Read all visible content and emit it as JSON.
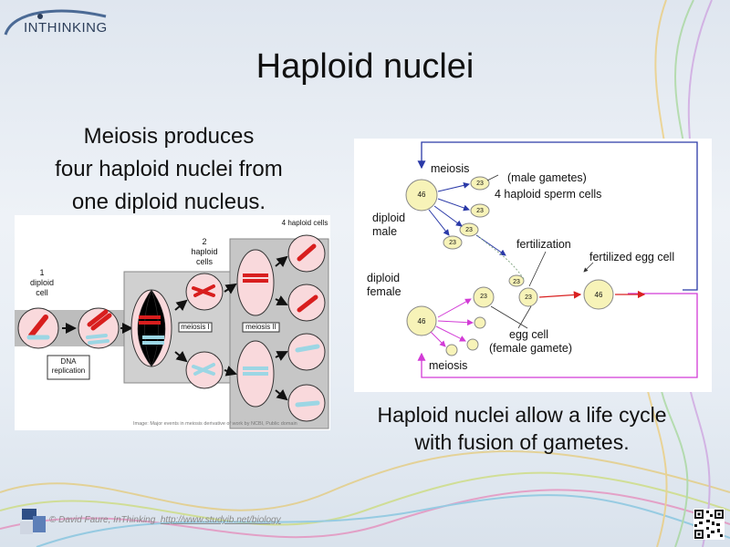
{
  "logo": {
    "text": "INTHINKING"
  },
  "title": "Haploid nuclei",
  "intro": [
    "Meiosis produces",
    "four haploid nuclei from",
    "one diploid nucleus."
  ],
  "figure1": {
    "label_1_diploid": [
      "1",
      "diploid",
      "cell"
    ],
    "label_2_haploid": [
      "2",
      "haploid",
      "cells"
    ],
    "label_4_haploid": "4 haploid cells",
    "meiosis_1": "meiosis I",
    "meiosis_2": "meiosis II",
    "dna_replication": [
      "DNA",
      "replication"
    ],
    "credit": "Image: Major events in meiosis derivative of work by NCBI, Public domain"
  },
  "figure2": {
    "meiosis_top": "meiosis",
    "male_gametes": "(male gametes)",
    "sperm_cells": "4 haploid sperm cells",
    "diploid_male": [
      "diploid",
      "male"
    ],
    "fertilization": "fertilization",
    "fertilized_egg": "fertilized egg cell",
    "diploid_female": [
      "diploid",
      "female"
    ],
    "egg_cell": "egg cell",
    "female_gamete": "(female gamete)",
    "meiosis_bottom": "meiosis",
    "n46": "46",
    "n23": "23"
  },
  "caption": [
    "Haploid nuclei allow a life cycle",
    "with fusion of gametes."
  ],
  "footer": {
    "copyright": "© David Faure, InThinking",
    "url": "http://www.studyib.net/biology"
  },
  "colors": {
    "male_arrow": "#2b3aa8",
    "female_arrow": "#d23bd6",
    "fertilization_arrow": "#d92020",
    "chromosome_red": "#d81e1e",
    "chromosome_blue": "#9cd6e4",
    "cell_fill": "#f9d9dc",
    "nucleus_fill": "#f7f3b8"
  },
  "icons": [
    "logo-figure-icon",
    "qr-code-icon"
  ]
}
